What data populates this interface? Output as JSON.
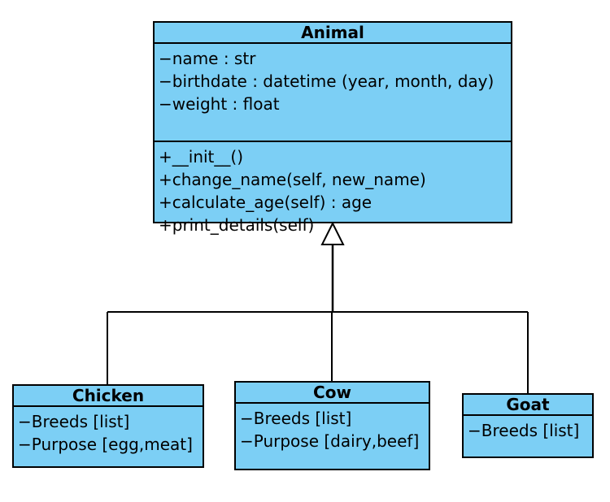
{
  "diagram": {
    "relationship": "generalization",
    "colors": {
      "class_fill": "#7ccff5",
      "border": "#000000"
    },
    "classes": {
      "animal": {
        "name": "Animal",
        "attributes": [
          "−name : str",
          "−birthdate : datetime (year, month, day)",
          "−weight : float"
        ],
        "methods": [
          "+__init__()",
          "+change_name(self, new_name)",
          "+calculate_age(self) : age",
          "+print_details(self)"
        ]
      },
      "chicken": {
        "name": "Chicken",
        "attributes": [
          "−Breeds [list]",
          "−Purpose [egg,meat]"
        ]
      },
      "cow": {
        "name": "Cow",
        "attributes": [
          "−Breeds [list]",
          "−Purpose [dairy,beef]"
        ]
      },
      "goat": {
        "name": "Goat",
        "attributes": [
          "−Breeds [list]"
        ]
      }
    }
  }
}
